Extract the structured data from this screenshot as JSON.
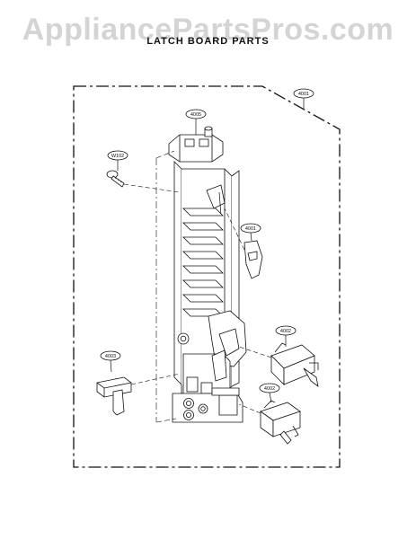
{
  "watermark": "AppliancePartsPros.com",
  "title": "LATCH BOARD PARTS",
  "part_labels": {
    "assembly": "4001",
    "latch_board": "4005",
    "screw": "W102",
    "latch_lever": "4001",
    "switch_upper": "4002",
    "door_lever": "4003",
    "switch_lower": "4002"
  }
}
